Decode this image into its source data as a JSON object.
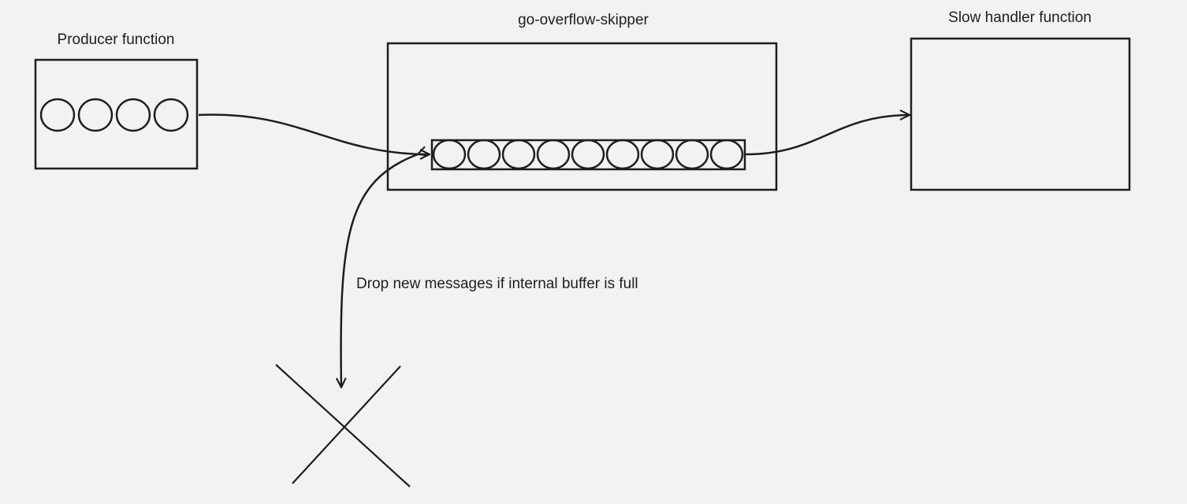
{
  "nodes": {
    "producer": {
      "title": "Producer function",
      "queue_slots": 4
    },
    "skipper": {
      "title": "go-overflow-skipper",
      "buffer_slots": 9
    },
    "handler": {
      "title": "Slow handler function"
    }
  },
  "edges": {
    "drop": {
      "label": "Drop new messages if internal buffer is full"
    }
  },
  "colors": {
    "background": "#f2f2f2",
    "stroke": "#1e1e1e"
  }
}
